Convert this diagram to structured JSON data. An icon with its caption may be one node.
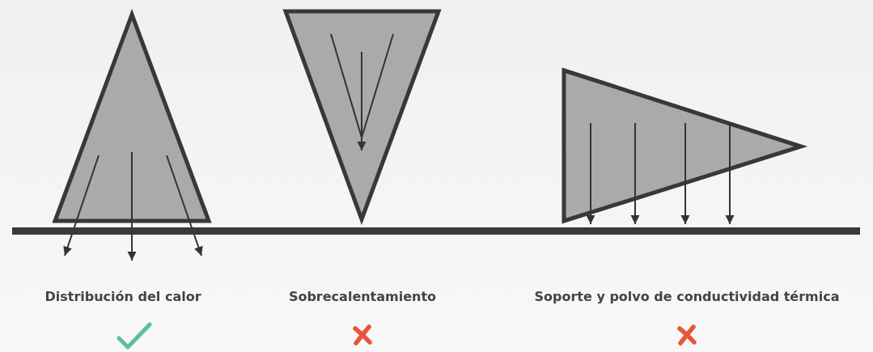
{
  "diagram": {
    "nodes": [
      {
        "text": [],
        "shape": "triangle"
      },
      {
        "text": [],
        "shape": "triangle"
      },
      {
        "text": [],
        "shape": "triangle"
      }
    ],
    "labels": [
      "Distribución del calor",
      "Sobrecalentamiento",
      "Soporte y polvo de conductividad térmica"
    ]
  }
}
